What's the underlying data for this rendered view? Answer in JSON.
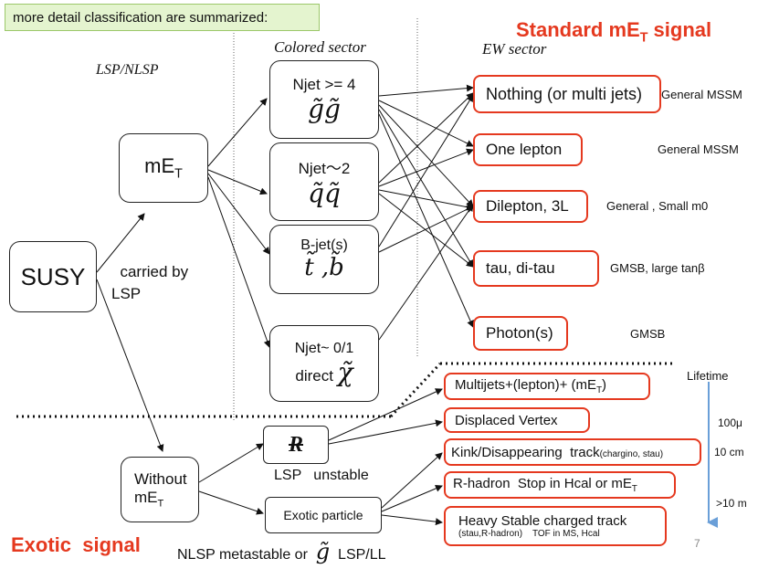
{
  "banner": "more detail classification are summarized:",
  "title": {
    "main": "Standard mE",
    "sub": "T",
    "tail": " signal"
  },
  "exotic_title": "Exotic  signal",
  "headers": {
    "lsp": "LSP/NLSP",
    "colored": "Colored sector",
    "ew": "EW sector"
  },
  "susy": "SUSY",
  "met": {
    "main": "mE",
    "sub": "T"
  },
  "carried": "carried by\nLSP",
  "colored": [
    {
      "label": "Njet >= 4",
      "math": "g̃g̃"
    },
    {
      "label": "Njet～2",
      "math": "q̃q̃"
    },
    {
      "label": "B-jet(s)",
      "math": "t̃ ,b̃"
    },
    {
      "label": "Njet~ 0/1",
      "label2": "direct",
      "math": "χ̃"
    }
  ],
  "ew": [
    {
      "label": "Nothing (or multi jets)",
      "note": "General MSSM"
    },
    {
      "label": "One lepton",
      "note": "General MSSM"
    },
    {
      "label": "Dilepton, 3L",
      "note": "General , Small m0"
    },
    {
      "label": "tau, di-tau",
      "note": "GMSB, large tanβ"
    },
    {
      "label": "Photon(s)",
      "note": "GMSB"
    }
  ],
  "without": {
    "line1": "Without",
    "line2": "mE",
    "sub": "T"
  },
  "rpv": {
    "symbol": "R",
    "caption": "LSP   unstable"
  },
  "exotic_particle": "Exotic particle",
  "nlsp": {
    "left": "NLSP metastable or",
    "math": "g̃",
    "right": "LSP/LL"
  },
  "exotic": [
    {
      "label": "Multijets+(lepton)+ (mE",
      "sub": "T",
      "tail": ")"
    },
    {
      "label": "Displaced Vertex"
    },
    {
      "label": "Kink/Disappearing  track",
      "small": "(chargino, stau)"
    },
    {
      "label": "R-hadron  Stop in Hcal or mE",
      "sub": "T"
    },
    {
      "label": "Heavy Stable charged track",
      "small": "(stau,R-hadron)    TOF in MS, Hcal"
    }
  ],
  "lifetime": {
    "title": "Lifetime",
    "ticks": [
      "100μ",
      "10 cm",
      ">10 m"
    ]
  },
  "page_number": "7",
  "colors": {
    "accent_red": "#e5391f",
    "banner_bg": "#e4f4cf",
    "banner_border": "#9cc86a",
    "arrow_blue": "#6a9fd8"
  }
}
